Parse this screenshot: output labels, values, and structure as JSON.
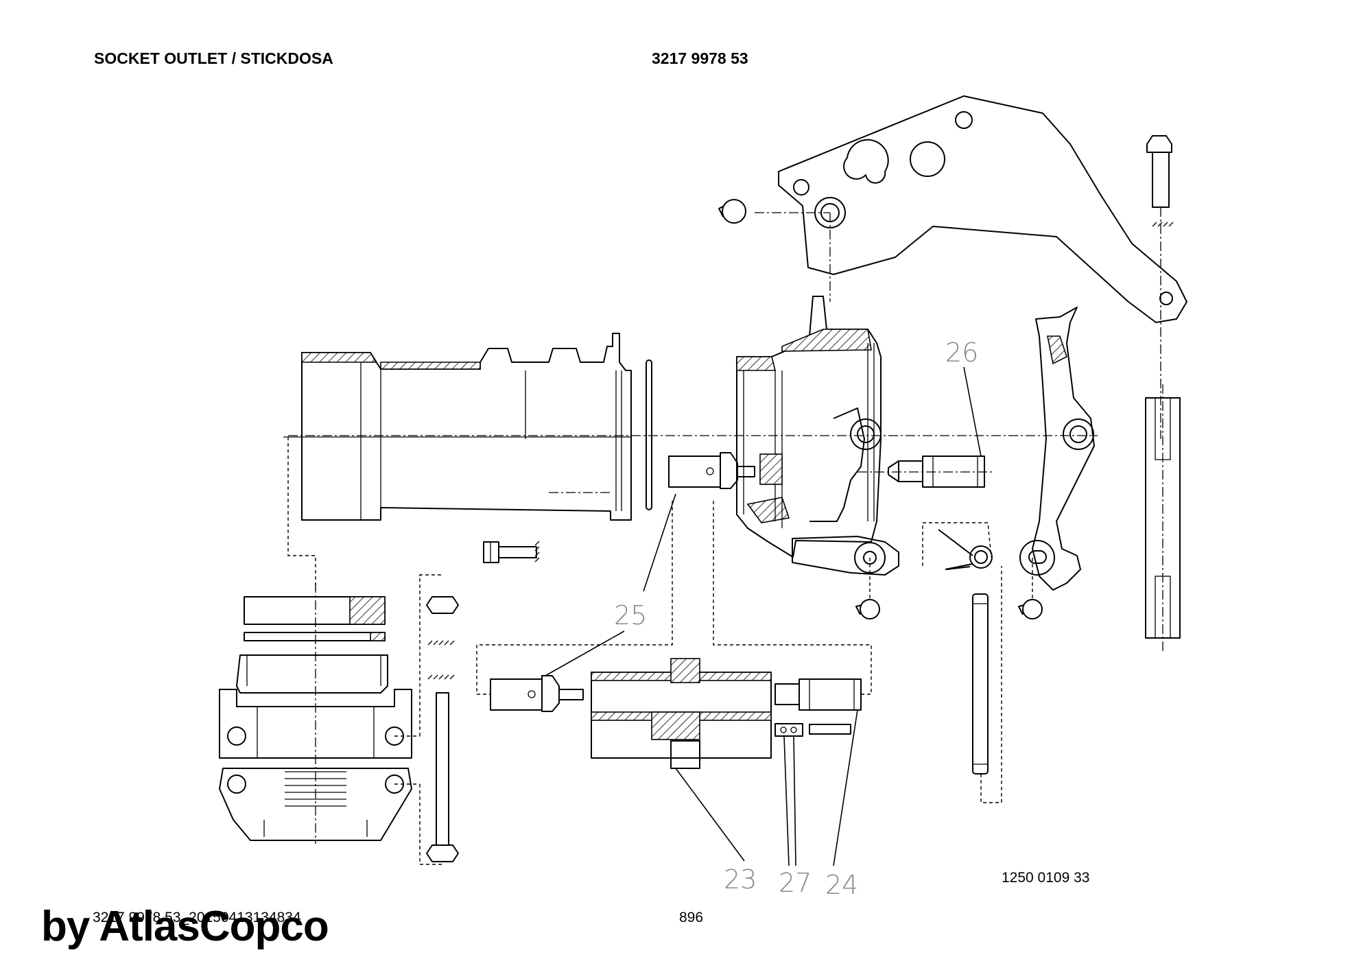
{
  "header": {
    "title": "SOCKET OUTLET / STICKDOSA",
    "part_number": "3217 9978 53"
  },
  "drawing": {
    "callouts": [
      "23",
      "24",
      "25",
      "26",
      "27"
    ],
    "drawing_number": "1250 0109 33"
  },
  "footer": {
    "document_id": "3217 9978 53_20150413134834",
    "page_number": "896",
    "watermark": "by AtlasCopco"
  },
  "colors": {
    "line": "#000000",
    "callout_text": "#888888",
    "background": "#ffffff"
  }
}
